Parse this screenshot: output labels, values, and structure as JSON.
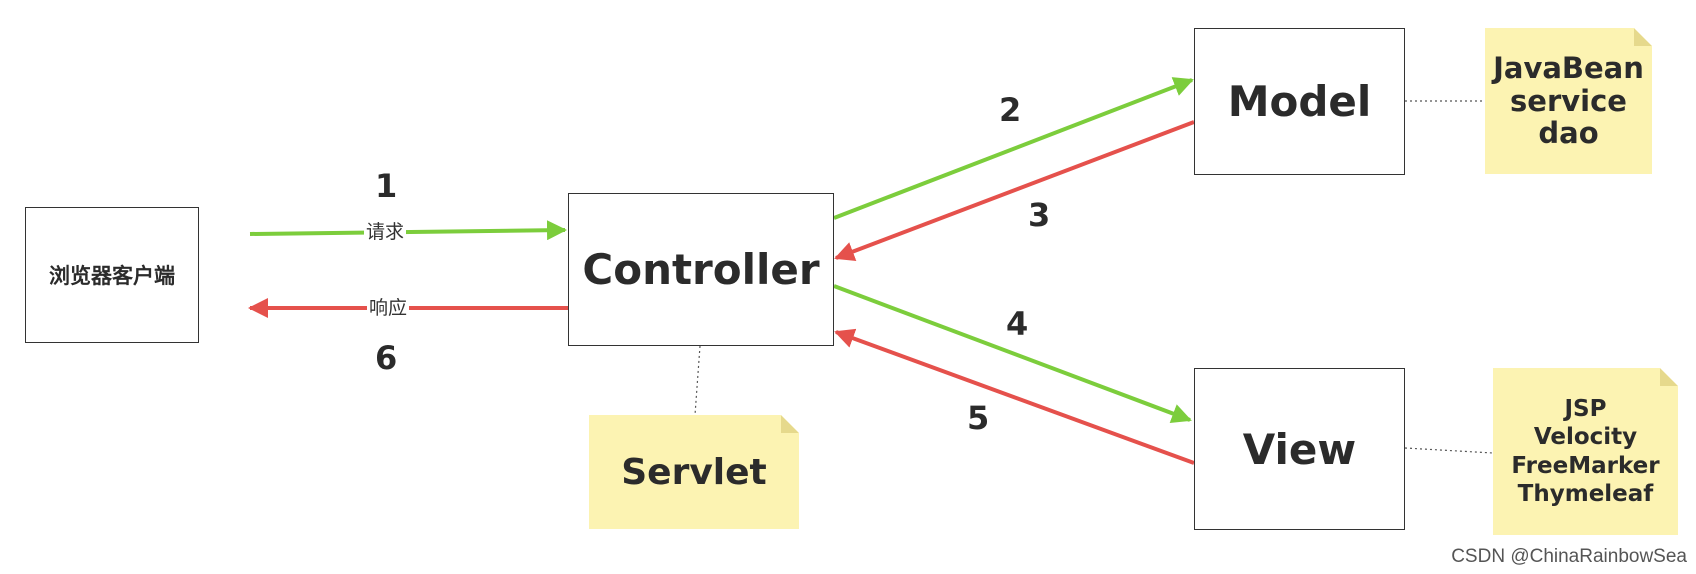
{
  "boxes": {
    "browser": "浏览器客户端",
    "controller": "Controller",
    "model": "Model",
    "view": "View"
  },
  "notes": {
    "servlet": [
      "Servlet"
    ],
    "model": [
      "JavaBean",
      "service",
      "dao"
    ],
    "view": [
      "JSP",
      "Velocity",
      "FreeMarker",
      "Thymeleaf"
    ]
  },
  "edges": {
    "request_label": "请求",
    "response_label": "响应"
  },
  "steps": [
    "1",
    "2",
    "3",
    "4",
    "5",
    "6"
  ],
  "colors": {
    "request_arrow": "#7ccd3c",
    "response_arrow": "#e5514c",
    "note_fill": "#fcf3b2"
  },
  "watermark": "CSDN @ChinaRainbowSea"
}
